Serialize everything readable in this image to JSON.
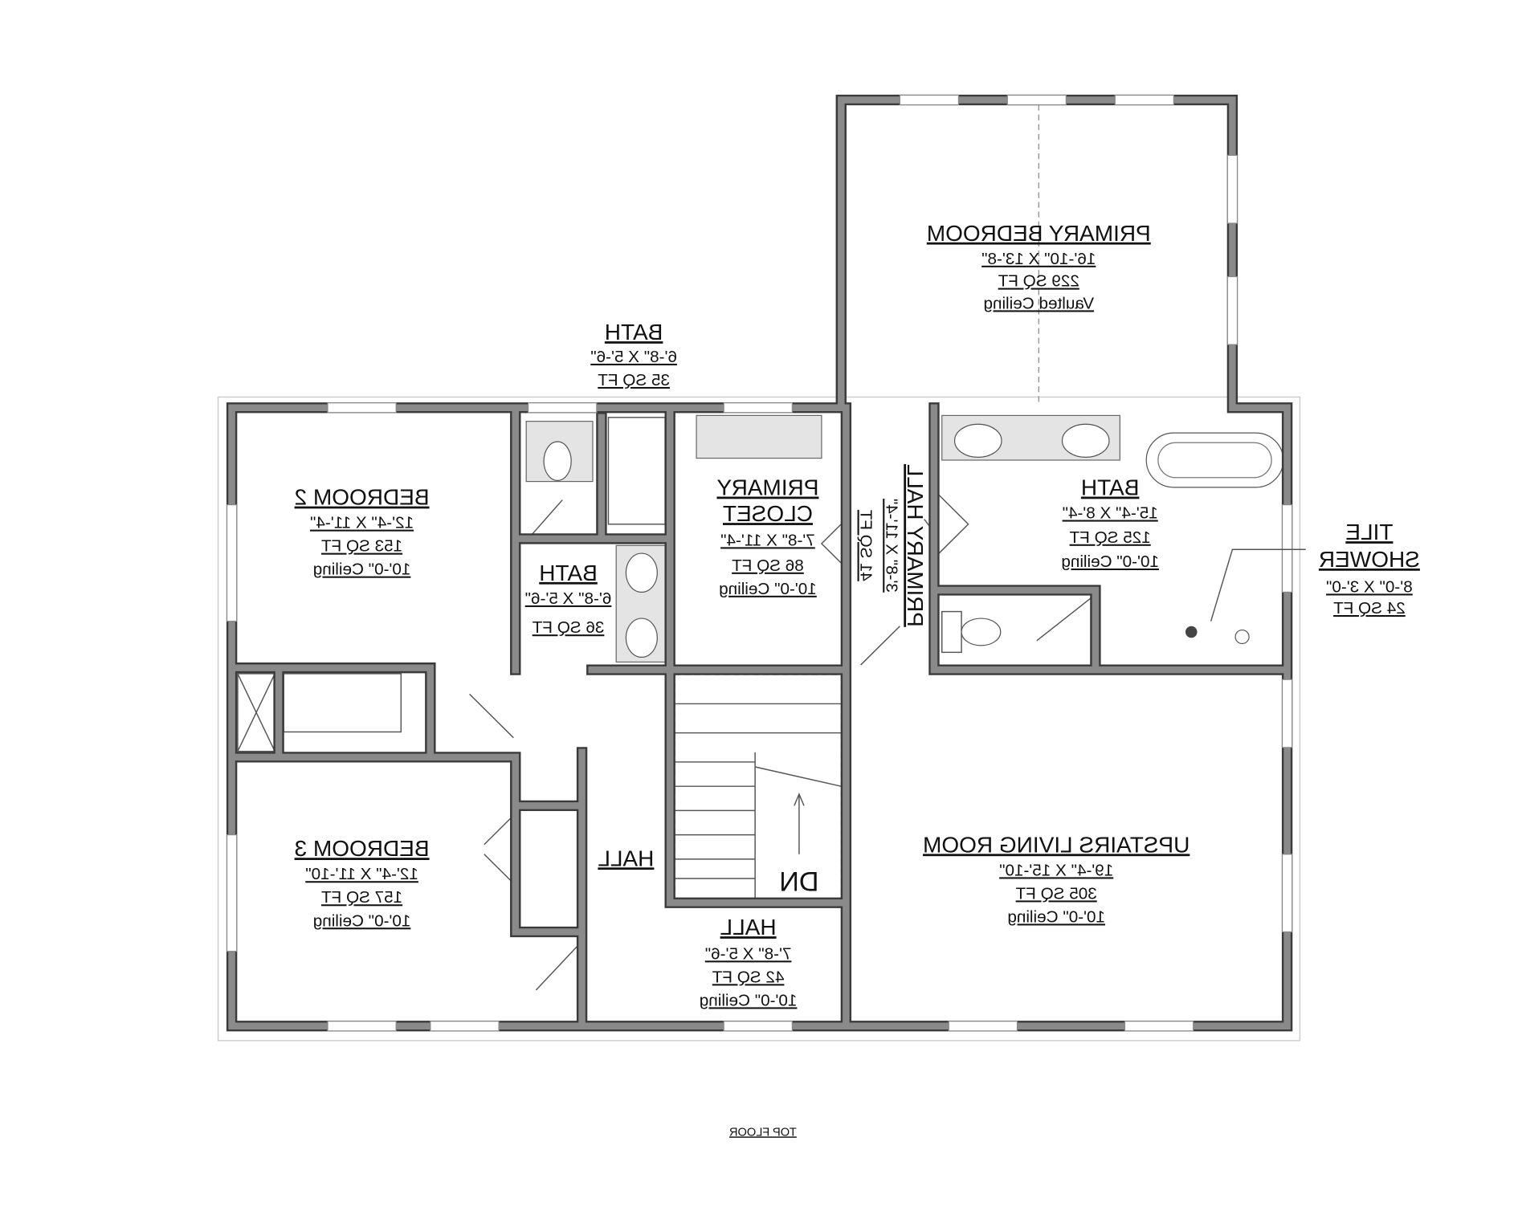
{
  "drawing": {
    "title": "TOP FLOOR",
    "mirrored": true,
    "wall_color": "#8a8a8a",
    "outline_color": "#3a3a3a"
  },
  "rooms": {
    "primary_bedroom": {
      "name": "PRIMARY BEDROOM",
      "dims": "16'-10\" X 13'-8\"",
      "area": "229 SQ FT",
      "ceiling": "Vaulted Ceiling"
    },
    "bath_top": {
      "name": "BATH",
      "dims": "6'-8\" X 5'-6\"",
      "area": "35 SQ FT"
    },
    "bedroom2": {
      "name": "BEDROOM 2",
      "dims": "12'-4\" X 11'-4\"",
      "area": "153 SQ FT",
      "ceiling": "10'-0\" Ceiling"
    },
    "bath_mid": {
      "name": "BATH",
      "dims": "6'-8\" X 5'-6\"",
      "area": "36 SQ FT"
    },
    "primary_closet": {
      "name1": "PRIMARY",
      "name2": "CLOSET",
      "dims": "7'-8\" X 11'-4\"",
      "area": "86 SQ FT",
      "ceiling": "10'-0\" Ceiling"
    },
    "primary_hall": {
      "name": "PRIMARY HALL",
      "dims": "3'-8\" X 11'-4\"",
      "area": "41 SQ FT"
    },
    "primary_bath": {
      "name": "BATH",
      "dims": "15'-4\" X 8'-4\"",
      "area": "125 SQ FT",
      "ceiling": "10'-0\" Ceiling"
    },
    "tile_shower": {
      "name1": "TILE",
      "name2": "SHOWER",
      "dims": "8'-0\" X 3'-0\"",
      "area": "24 SQ FT"
    },
    "bedroom3": {
      "name": "BEDROOM 3",
      "dims": "12'-4\" X 11'-10\"",
      "area": "157 SQ FT",
      "ceiling": "10'-0\" Ceiling"
    },
    "hall_side": {
      "name": "HALL"
    },
    "stair": {
      "label": "DN"
    },
    "hall_bottom": {
      "name": "HALL",
      "dims": "7'-8\" X 5'-6\"",
      "area": "42 SQ FT",
      "ceiling": "10'-0\" Ceiling"
    },
    "living": {
      "name": "UPSTAIRS LIVING ROOM",
      "dims": "19'-4\" X 15'-10\"",
      "area": "305 SQ FT",
      "ceiling": "10'-0\" Ceiling"
    }
  }
}
